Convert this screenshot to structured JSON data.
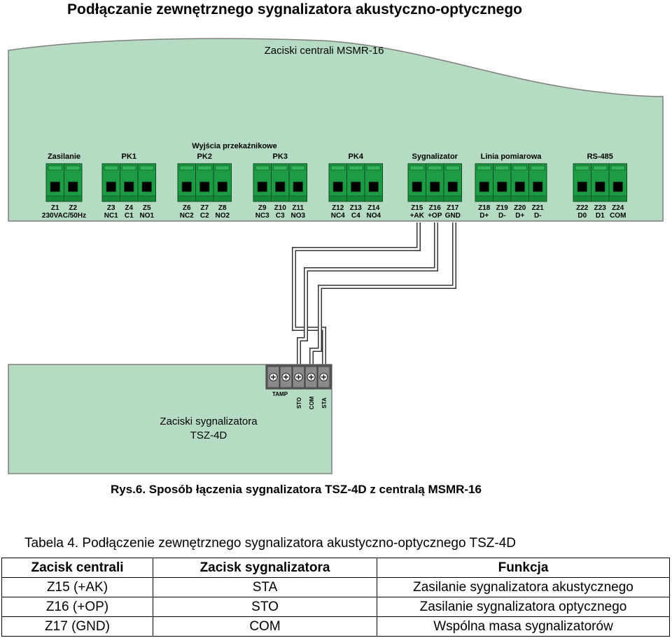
{
  "page_heading": "Podłączanie zewnętrznego sygnalizatora akustyczno-optycznego",
  "diagram": {
    "panel_title": "Zaciski centrali MSMR-16",
    "relay_outputs_label": "Wyjścia przekaźnikowe",
    "groups": [
      {
        "label": "Zasilanie",
        "terminals": [
          {
            "id": "Z1",
            "sub": "230VAC/50Hz"
          },
          {
            "id": "Z2",
            "sub": ""
          }
        ]
      },
      {
        "label": "PK1",
        "terminals": [
          {
            "id": "Z3",
            "sub": "NC1"
          },
          {
            "id": "Z4",
            "sub": "C1"
          },
          {
            "id": "Z5",
            "sub": "NO1"
          }
        ]
      },
      {
        "label": "PK2",
        "terminals": [
          {
            "id": "Z6",
            "sub": "NC2"
          },
          {
            "id": "Z7",
            "sub": "C2"
          },
          {
            "id": "Z8",
            "sub": "NO2"
          }
        ]
      },
      {
        "label": "PK3",
        "terminals": [
          {
            "id": "Z9",
            "sub": "NC3"
          },
          {
            "id": "Z10",
            "sub": "C3"
          },
          {
            "id": "Z11",
            "sub": "NO3"
          }
        ]
      },
      {
        "label": "PK4",
        "terminals": [
          {
            "id": "Z12",
            "sub": "NC4"
          },
          {
            "id": "Z13",
            "sub": "C4"
          },
          {
            "id": "Z14",
            "sub": "NO4"
          }
        ]
      },
      {
        "label": "Sygnalizator",
        "terminals": [
          {
            "id": "Z15",
            "sub": "+AK"
          },
          {
            "id": "Z16",
            "sub": "+OP"
          },
          {
            "id": "Z17",
            "sub": "GND"
          }
        ]
      },
      {
        "label": "Linia pomiarowa",
        "terminals": [
          {
            "id": "Z18",
            "sub": "D+"
          },
          {
            "id": "Z19",
            "sub": "D-"
          },
          {
            "id": "Z20",
            "sub": "D+"
          },
          {
            "id": "Z21",
            "sub": "D-"
          }
        ]
      },
      {
        "label": "RS-485",
        "terminals": [
          {
            "id": "Z22",
            "sub": "D0"
          },
          {
            "id": "Z23",
            "sub": "D1"
          },
          {
            "id": "Z24",
            "sub": "COM"
          }
        ]
      }
    ],
    "siren_panel_title_line1": "Zaciski sygnalizatora",
    "siren_panel_title_line2": "TSZ-4D",
    "siren_terminals": {
      "tamp": "TAMP",
      "sto": "STO",
      "com": "COM",
      "sta": "STA"
    },
    "colors": {
      "panel_fill": "#b5dcc3",
      "terminal_green": "#1e9b45",
      "siren_block": "#6e6e6e"
    }
  },
  "figure_caption": "Rys.6. Sposób łączenia sygnalizatora TSZ-4D z centralą MSMR-16",
  "table": {
    "caption": "Tabela 4. Podłączenie zewnętrznego sygnalizatora akustyczno-optycznego TSZ-4D",
    "headers": [
      "Zacisk centrali",
      "Zacisk sygnalizatora",
      "Funkcja"
    ],
    "rows": [
      [
        "Z15 (+AK)",
        "STA",
        "Zasilanie sygnalizatora akustycznego"
      ],
      [
        "Z16 (+OP)",
        "STO",
        "Zasilanie sygnalizatora optycznego"
      ],
      [
        "Z17 (GND)",
        "COM",
        "Wspólna masa sygnalizatorów"
      ]
    ]
  }
}
